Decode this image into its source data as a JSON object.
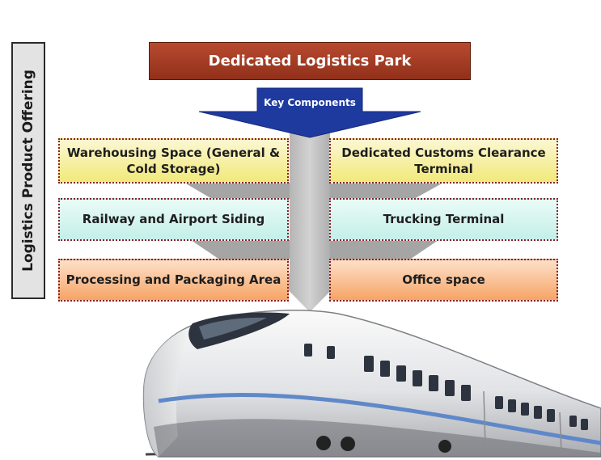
{
  "side_label": "Logistics Product Offering",
  "title": "Dedicated Logistics Park",
  "arrow_label": "Key Components",
  "components": [
    {
      "text": "Warehousing Space (General & Cold Storage)"
    },
    {
      "text": "Dedicated Customs Clearance Terminal"
    },
    {
      "text": "Railway and Airport Siding"
    },
    {
      "text": "Trucking Terminal"
    },
    {
      "text": "Processing and Packaging Area"
    },
    {
      "text": "Office space"
    }
  ],
  "colors": {
    "title_fill": "#a33e25",
    "arrow_fill": "#1f3a9e",
    "yellow_box": "#f5ee9a",
    "cyan_box": "#d3f3ee",
    "orange_box": "#f7b27a",
    "box_border": "#8a1f2a"
  },
  "image": "high-speed-train-illustration"
}
